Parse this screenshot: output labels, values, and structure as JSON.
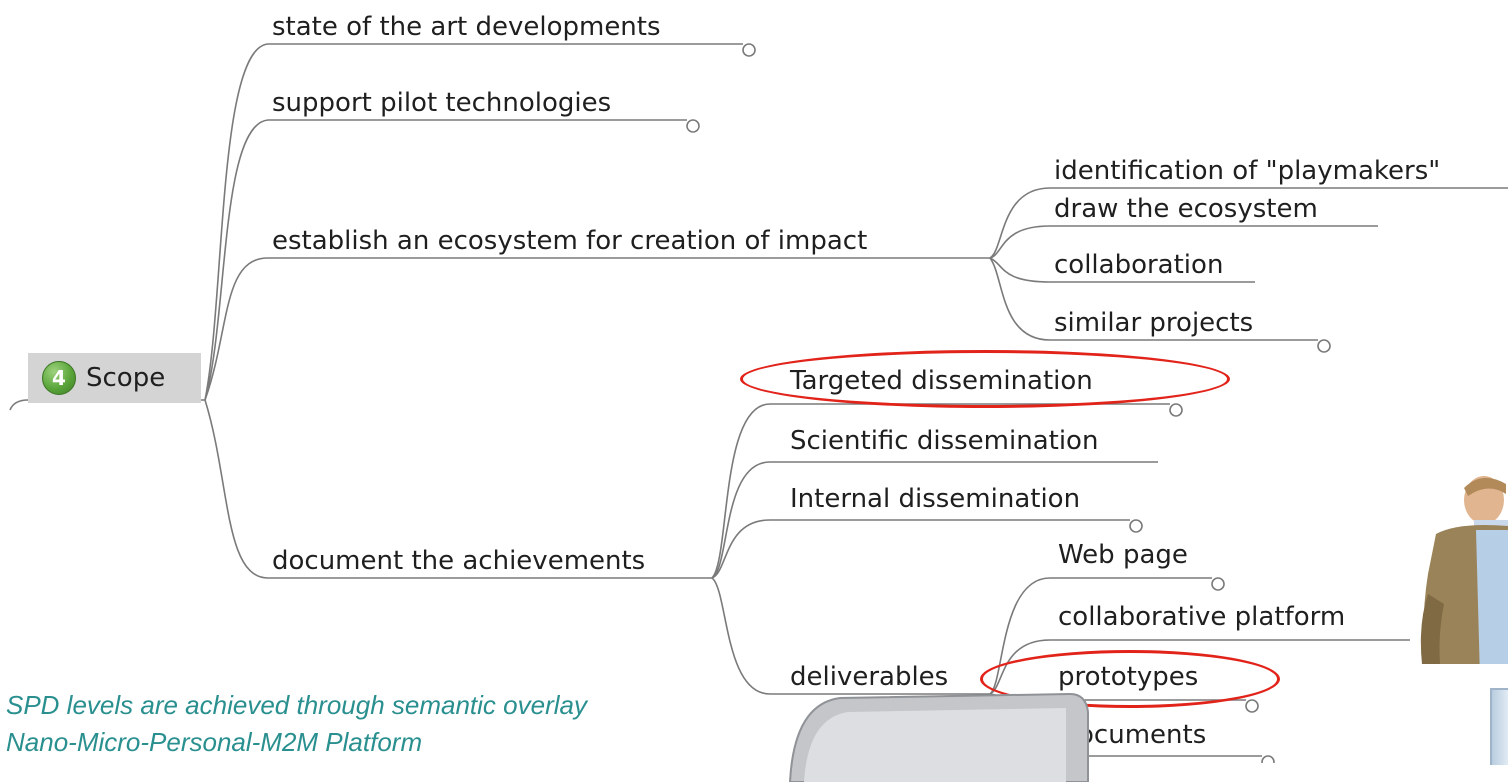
{
  "root": {
    "number": "4",
    "label": "Scope"
  },
  "branches": [
    {
      "id": "state",
      "label": "state of the art developments"
    },
    {
      "id": "support",
      "label": "support pilot technologies"
    },
    {
      "id": "ecosystem",
      "label": "establish an ecosystem for creation of impact",
      "children": [
        {
          "id": "playmakers",
          "label": "identification of \"playmakers\""
        },
        {
          "id": "draw",
          "label": "draw the ecosystem"
        },
        {
          "id": "collab",
          "label": "collaboration"
        },
        {
          "id": "similar",
          "label": "similar projects"
        }
      ]
    },
    {
      "id": "document",
      "label": "document the achievements",
      "children": [
        {
          "id": "targeted",
          "label": "Targeted dissemination",
          "highlighted": true
        },
        {
          "id": "scientific",
          "label": "Scientific dissemination"
        },
        {
          "id": "internal",
          "label": "Internal dissemination"
        },
        {
          "id": "deliverables",
          "label": "deliverables",
          "children": [
            {
              "id": "webpage",
              "label": "Web page"
            },
            {
              "id": "collabplatform",
              "label": "collaborative platform"
            },
            {
              "id": "prototypes",
              "label": "prototypes",
              "highlighted": true
            },
            {
              "id": "documents",
              "label": "Documents"
            }
          ]
        }
      ]
    }
  ],
  "caption": {
    "line1": "SPD levels are achieved through semantic overlay",
    "line2": "Nano-Micro-Personal-M2M Platform"
  },
  "colors": {
    "line": "#7a7a7a",
    "highlight": "#e2231a",
    "caption": "#2a8f8f",
    "root_bg": "#d4d4d4",
    "badge": "#5aa53a"
  }
}
